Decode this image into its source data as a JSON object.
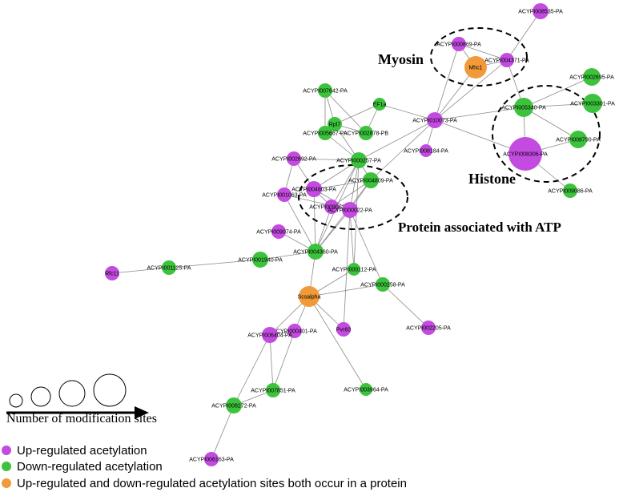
{
  "colors": {
    "up": "#c34be0",
    "down": "#3cc23c",
    "both": "#f19a3a",
    "edge": "#8a8a8a"
  },
  "nodes": [
    {
      "id": "n1",
      "label": "ACYPI008535-PA",
      "type": "up"
    },
    {
      "id": "n2",
      "label": "ACYPI000869-PA",
      "type": "up"
    },
    {
      "id": "n3",
      "label": "Mhc1",
      "type": "both"
    },
    {
      "id": "n4",
      "label": "ACYPI004371-PA",
      "type": "up"
    },
    {
      "id": "n5",
      "label": "ACYPI002695-PA",
      "type": "down"
    },
    {
      "id": "n6",
      "label": "ACYPI003301-PA",
      "type": "down"
    },
    {
      "id": "n7",
      "label": "ACYPI005340-PA",
      "type": "down"
    },
    {
      "id": "n8",
      "label": "ACYPI008790-PA",
      "type": "down"
    },
    {
      "id": "n9",
      "label": "ACYPI008306-PA",
      "type": "up"
    },
    {
      "id": "n10",
      "label": "ACYPI009086-PA",
      "type": "down"
    },
    {
      "id": "n11",
      "label": "ACYPI007642-PA",
      "type": "down"
    },
    {
      "id": "n12",
      "label": "EF1a",
      "type": "down"
    },
    {
      "id": "n13",
      "label": "Rpl7",
      "type": "down"
    },
    {
      "id": "n14",
      "label": "ACYPI005667-PA",
      "type": "down"
    },
    {
      "id": "n15",
      "label": "ACYPI002878-PB",
      "type": "down"
    },
    {
      "id": "n16",
      "label": "ACYPI010073-PA",
      "type": "up"
    },
    {
      "id": "n17",
      "label": "ACYPI008184-PA",
      "type": "up"
    },
    {
      "id": "n18",
      "label": "ACYPI002692-PA",
      "type": "up"
    },
    {
      "id": "n19",
      "label": "ACYPI000257-PA",
      "type": "down"
    },
    {
      "id": "n20",
      "label": "ACYPI004809-PA",
      "type": "down"
    },
    {
      "id": "n21",
      "label": "ACYPI004803-PA",
      "type": "up"
    },
    {
      "id": "n22",
      "label": "ACYPI001063-PA",
      "type": "up"
    },
    {
      "id": "n23",
      "label": "ACYPI009062-PA",
      "type": "up"
    },
    {
      "id": "n24",
      "label": "ACYPI000022-PA",
      "type": "up"
    },
    {
      "id": "n25",
      "label": "ACYPI009074-PA",
      "type": "up"
    },
    {
      "id": "n26",
      "label": "ACYPI004360-PA",
      "type": "down"
    },
    {
      "id": "n27",
      "label": "ACYPI001125-PA",
      "type": "down"
    },
    {
      "id": "n28",
      "label": "ACYPI001940-PA",
      "type": "down"
    },
    {
      "id": "n29",
      "label": "Rfc11",
      "type": "up"
    },
    {
      "id": "n30",
      "label": "ACYPI000112-PA",
      "type": "down"
    },
    {
      "id": "n31",
      "label": "ACYPI000258-PA",
      "type": "down"
    },
    {
      "id": "n32",
      "label": "Scsalpha",
      "type": "both"
    },
    {
      "id": "n33",
      "label": "ACYPI002205-PA",
      "type": "up"
    },
    {
      "id": "n34",
      "label": "ACYPI000401-PA",
      "type": "up"
    },
    {
      "id": "n35",
      "label": "ACYPI006404-PA",
      "type": "up"
    },
    {
      "id": "n36",
      "label": "Pvr83",
      "type": "up"
    },
    {
      "id": "n37",
      "label": "ACYPI007851-PA",
      "type": "down"
    },
    {
      "id": "n38",
      "label": "ACYPI003964-PA",
      "type": "down"
    },
    {
      "id": "n39",
      "label": "ACYPI008272-PA",
      "type": "down"
    },
    {
      "id": "n40",
      "label": "ACYPI006163-PA",
      "type": "up"
    }
  ],
  "edges": [
    [
      "n1",
      "n4"
    ],
    [
      "n2",
      "n3"
    ],
    [
      "n2",
      "n4"
    ],
    [
      "n3",
      "n4"
    ],
    [
      "n2",
      "n16"
    ],
    [
      "n3",
      "n16"
    ],
    [
      "n4",
      "n16"
    ],
    [
      "n4",
      "n7"
    ],
    [
      "n5",
      "n7"
    ],
    [
      "n6",
      "n7"
    ],
    [
      "n7",
      "n8"
    ],
    [
      "n7",
      "n9"
    ],
    [
      "n8",
      "n9"
    ],
    [
      "n9",
      "n10"
    ],
    [
      "n16",
      "n7"
    ],
    [
      "n16",
      "n9"
    ],
    [
      "n16",
      "n12"
    ],
    [
      "n16",
      "n17"
    ],
    [
      "n16",
      "n19"
    ],
    [
      "n16",
      "n20"
    ],
    [
      "n11",
      "n13"
    ],
    [
      "n11",
      "n14"
    ],
    [
      "n11",
      "n15"
    ],
    [
      "n12",
      "n13"
    ],
    [
      "n13",
      "n14"
    ],
    [
      "n13",
      "n15"
    ],
    [
      "n12",
      "n15"
    ],
    [
      "n14",
      "n19"
    ],
    [
      "n13",
      "n19"
    ],
    [
      "n18",
      "n19"
    ],
    [
      "n18",
      "n21"
    ],
    [
      "n18",
      "n22"
    ],
    [
      "n19",
      "n20"
    ],
    [
      "n19",
      "n21"
    ],
    [
      "n19",
      "n23"
    ],
    [
      "n19",
      "n24"
    ],
    [
      "n19",
      "n26"
    ],
    [
      "n20",
      "n21"
    ],
    [
      "n20",
      "n23"
    ],
    [
      "n20",
      "n24"
    ],
    [
      "n20",
      "n26"
    ],
    [
      "n21",
      "n23"
    ],
    [
      "n21",
      "n24"
    ],
    [
      "n21",
      "n26"
    ],
    [
      "n22",
      "n24"
    ],
    [
      "n22",
      "n26"
    ],
    [
      "n23",
      "n24"
    ],
    [
      "n23",
      "n26"
    ],
    [
      "n24",
      "n26"
    ],
    [
      "n25",
      "n26"
    ],
    [
      "n24",
      "n30"
    ],
    [
      "n19",
      "n30"
    ],
    [
      "n26",
      "n28"
    ],
    [
      "n28",
      "n27"
    ],
    [
      "n27",
      "n29"
    ],
    [
      "n26",
      "n32"
    ],
    [
      "n30",
      "n32"
    ],
    [
      "n24",
      "n31"
    ],
    [
      "n31",
      "n32"
    ],
    [
      "n31",
      "n33"
    ],
    [
      "n32",
      "n34"
    ],
    [
      "n32",
      "n35"
    ],
    [
      "n32",
      "n36"
    ],
    [
      "n24",
      "n36"
    ],
    [
      "n35",
      "n34"
    ],
    [
      "n35",
      "n37"
    ],
    [
      "n34",
      "n37"
    ],
    [
      "n32",
      "n38"
    ],
    [
      "n35",
      "n39"
    ],
    [
      "n37",
      "n39"
    ],
    [
      "n39",
      "n40"
    ]
  ],
  "groups": [
    {
      "id": "myosin",
      "label": "Myosin"
    },
    {
      "id": "histone",
      "label": "Histone"
    },
    {
      "id": "atp",
      "label": "Protein associated with ATP"
    }
  ],
  "legend": {
    "size_caption": "Number of modification sites",
    "items": [
      {
        "label": "Up-regulated acetylation",
        "type": "up"
      },
      {
        "label": "Down-regulated acetylation",
        "type": "down"
      },
      {
        "label": "Up-regulated and down-regulated acetylation sites both occur in a protein",
        "type": "both"
      }
    ]
  }
}
